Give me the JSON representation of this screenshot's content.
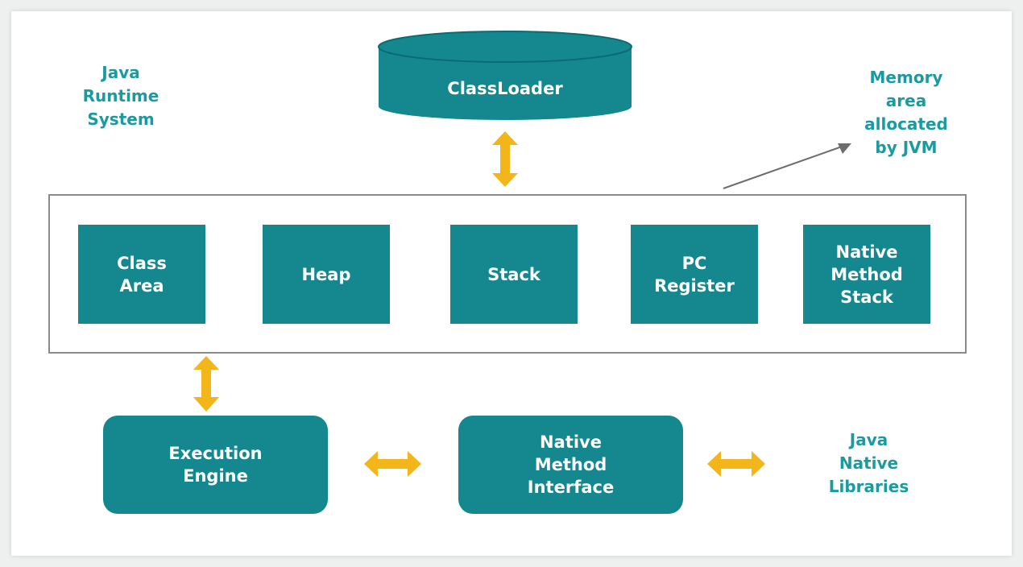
{
  "labels": {
    "jrs": "Java\nRuntime\nSystem",
    "memory": "Memory\narea\nallocated\nby JVM",
    "jnl": "Java\nNative\nLibraries"
  },
  "classloader": "ClassLoader",
  "memory_boxes": [
    "Class\nArea",
    "Heap",
    "Stack",
    "PC\nRegister",
    "Native\nMethod\nStack"
  ],
  "execution_engine": "Execution\nEngine",
  "nmi": "Native\nMethod\nInterface",
  "colors": {
    "box": "#14878f",
    "label": "#1b9aa0",
    "arrow": "#f2b51a",
    "border": "#8a8a8a"
  }
}
